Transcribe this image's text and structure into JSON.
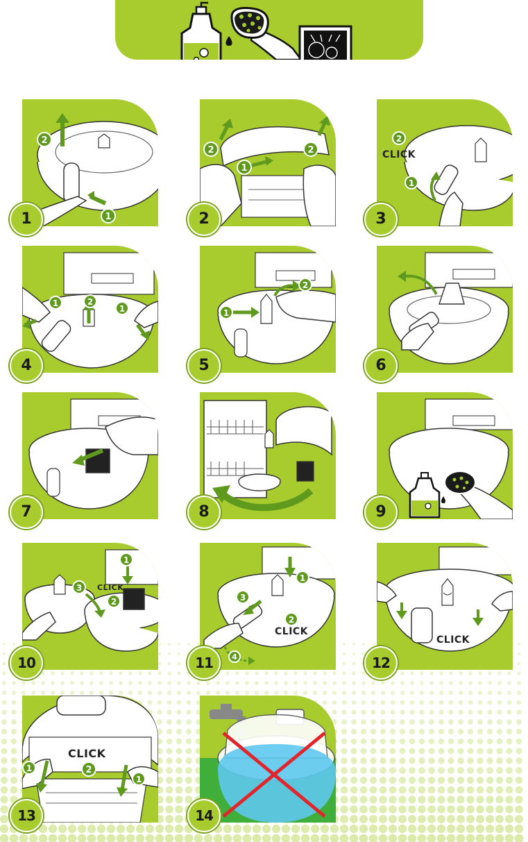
{
  "colors": {
    "green": "#a8cc2e",
    "dark_green": "#7aa21a",
    "arrow_green": "#5f9a1f",
    "cross_red": "#e0262b",
    "water_blue": "#5ec8ee"
  },
  "header_icons": [
    "dish-soap-bottle-icon",
    "sponge-hand-icon",
    "dishwasher-icon"
  ],
  "steps": [
    {
      "number": "1",
      "click": ""
    },
    {
      "number": "2",
      "click": ""
    },
    {
      "number": "3",
      "click": "CLICK"
    },
    {
      "number": "4",
      "click": ""
    },
    {
      "number": "5",
      "click": ""
    },
    {
      "number": "6",
      "click": ""
    },
    {
      "number": "7",
      "click": ""
    },
    {
      "number": "8",
      "click": ""
    },
    {
      "number": "9",
      "click": ""
    },
    {
      "number": "10",
      "click": "CLICK"
    },
    {
      "number": "11",
      "click": "CLICK"
    },
    {
      "number": "12",
      "click": "CLICK"
    },
    {
      "number": "13",
      "click": "CLICK"
    },
    {
      "number": "14",
      "click": ""
    }
  ]
}
